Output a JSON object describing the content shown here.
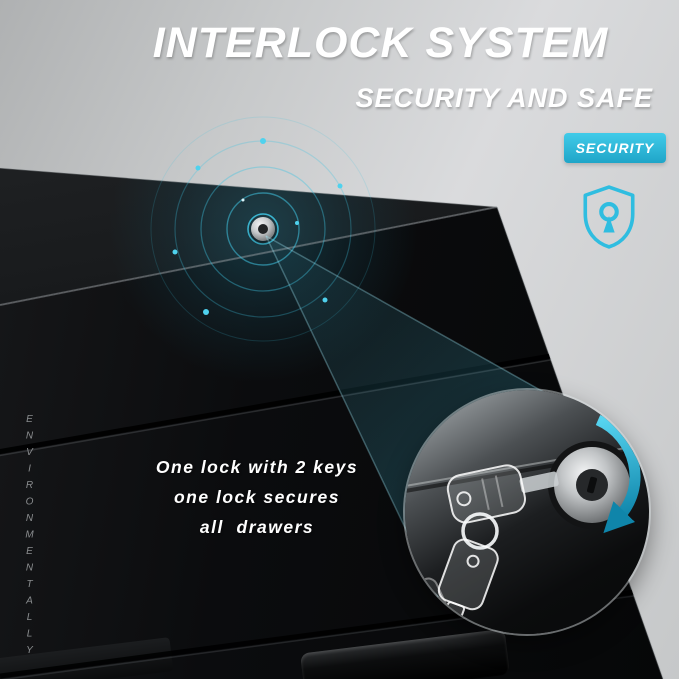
{
  "header": {
    "title": "INTERLOCK SYSTEM",
    "subtitle": "SECURITY AND SAFE"
  },
  "security_badge": {
    "label": "SECURITY"
  },
  "lock_callout": {
    "lines": [
      "One lock with 2 keys",
      "one lock secures",
      "all  drawers"
    ]
  },
  "vertical_text": "ENVIRONMENTALLY",
  "icons": {
    "shield": "shield-keyhole-icon",
    "rotate_arrow": "rotate-clockwise-arrow-icon",
    "cabinet_lock": "keyhole-lock-icon",
    "keys": "two-keys-on-ring-icon"
  },
  "colors": {
    "accent_cyan": "#2fbde0",
    "cabinet_black": "#0b0c0e",
    "background_gray": "#c9cbcc",
    "text_white": "#ffffff"
  }
}
